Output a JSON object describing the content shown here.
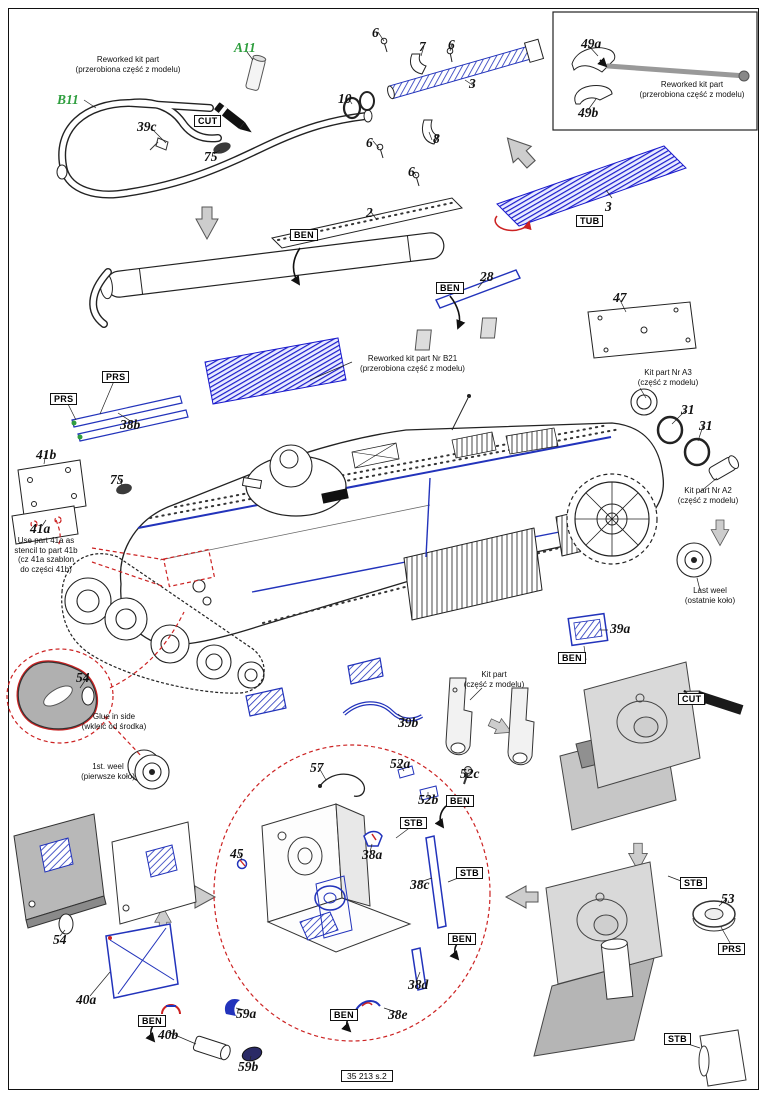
{
  "sheet": {
    "code": "35 213 s.2"
  },
  "tags": {
    "cut": "CUT",
    "ben": "BEN",
    "prs": "PRS",
    "tub": "TUB",
    "stb": "STB"
  },
  "notes": {
    "reworked": "Reworked kit part\n(przerobiona część z modelu)",
    "reworked_b21": "Reworked kit part Nr B21\n(przerobiona część z modelu)",
    "kit_part_a3": "Kit part Nr A3\n(część z modelu)",
    "kit_part_a2": "Kit part Nr A2\n(część z modelu)",
    "kit_part": "Kit part\n(część z modelu)",
    "last_wheel": "Last weel\n(ostatnie koło)",
    "first_wheel": "1st. weel\n(pierwsze koło)",
    "stencil": "Use part 41a as\nstencil to part 41b\n(cz 41a szablon\ndo części 41b)",
    "glue": "Glue in side\n(wkleić od środka)"
  },
  "parts": {
    "a11": "A11",
    "b11": "B11",
    "n2": "2",
    "n3": "3",
    "n6": "6",
    "n7": "7",
    "n8": "8",
    "n10": "10",
    "n28": "28",
    "n31": "31",
    "n38a": "38a",
    "n38b": "38b",
    "n38c": "38c",
    "n38d": "38d",
    "n38e": "38e",
    "n39a": "39a",
    "n39b": "39b",
    "n39c": "39c",
    "n40a": "40a",
    "n40b": "40b",
    "n41a": "41a",
    "n41b": "41b",
    "n45": "45",
    "n47": "47",
    "n49a": "49a",
    "n49b": "49b",
    "n52a": "52a",
    "n52b": "52b",
    "n52c": "52c",
    "n53": "53",
    "n54": "54",
    "n57": "57",
    "n59a": "59a",
    "n59b": "59b",
    "n75": "75"
  },
  "colors": {
    "part_blue": "#2233bb",
    "green": "#2e9e3e",
    "red": "#cc2222",
    "gray": "#c9c9c9"
  }
}
